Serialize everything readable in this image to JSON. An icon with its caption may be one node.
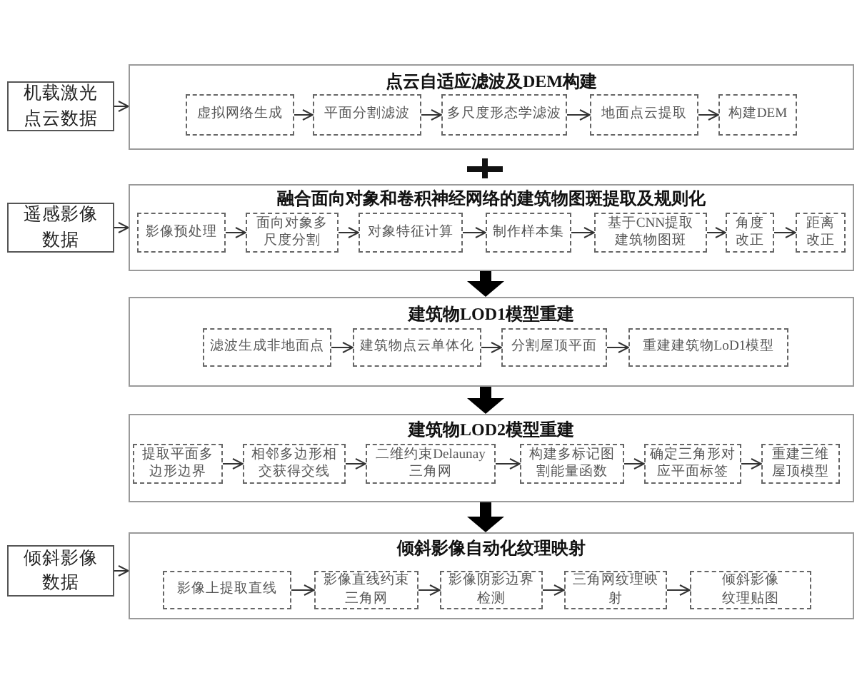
{
  "diagram": {
    "nodes": [
      {
        "text": [
          "机载激光点云数据"
        ]
      },
      {
        "text": [
          "点云自适应滤波及DEM构建"
        ]
      },
      {
        "text": [
          "虚拟网络生成"
        ],
        "in": 1
      },
      {
        "text": [
          "平面分割滤波"
        ],
        "in": 1
      },
      {
        "text": [
          "多尺度形态学滤波"
        ],
        "in": 1
      },
      {
        "text": [
          "地面点云提取"
        ],
        "in": 1
      },
      {
        "text": [
          "构建DEM"
        ],
        "in": 1
      },
      {
        "text": [
          "遥感影像数据"
        ]
      },
      {
        "text": [
          "融合面向对象和卷积神经网络的建筑物图斑提取及规则化"
        ]
      },
      {
        "text": [
          "影像预处理"
        ],
        "in": 8
      },
      {
        "text": [
          "面向对象多尺度分割"
        ],
        "in": 8
      },
      {
        "text": [
          "对象特征计算"
        ],
        "in": 8
      },
      {
        "text": [
          "制作样本集"
        ],
        "in": 8
      },
      {
        "text": [
          "基于CNN提取建筑物图斑"
        ],
        "in": 8
      },
      {
        "text": [
          "角度改正"
        ],
        "in": 8
      },
      {
        "text": [
          "距离改正"
        ],
        "in": 8
      },
      {
        "text": [
          "建筑物LOD1模型重建"
        ]
      },
      {
        "text": [
          "滤波生成非地面点"
        ],
        "in": 16
      },
      {
        "text": [
          "建筑物点云单体化"
        ],
        "in": 16
      },
      {
        "text": [
          "分割屋顶平面"
        ],
        "in": 16
      },
      {
        "text": [
          "重建建筑物LoD1模型"
        ],
        "in": 16
      },
      {
        "text": [
          "建筑物LOD2模型重建"
        ]
      },
      {
        "text": [
          "提取平面多边形边界"
        ],
        "in": 21
      },
      {
        "text": [
          "相邻多边形相交获得交线"
        ],
        "in": 21
      },
      {
        "text": [
          "二维约束Delaunay三角网"
        ],
        "in": 21
      },
      {
        "text": [
          "构建多标记图割能量函数"
        ],
        "in": 21
      },
      {
        "text": [
          "确定三角形对应平面标签"
        ],
        "in": 21
      },
      {
        "text": [
          "重建三维屋顶模型"
        ],
        "in": 21
      },
      {
        "text": [
          "倾斜影像数据"
        ]
      },
      {
        "text": [
          "倾斜影像自动化纹理映射"
        ]
      },
      {
        "text": [
          "影像上提取直线"
        ],
        "in": 29
      },
      {
        "text": [
          "影像直线约束三角网"
        ],
        "in": 29
      },
      {
        "text": [
          "影像阴影边界检测"
        ],
        "in": 29
      },
      {
        "text": [
          "三角网纹理映射"
        ],
        "in": 29
      },
      {
        "text": [
          "倾斜影像纹理贴图"
        ],
        "in": 29
      }
    ],
    "edges": [
      {
        "from": 0,
        "to": 1,
        "arrow": "to"
      },
      {
        "from": 2,
        "to": 3,
        "arrow": "to"
      },
      {
        "from": 3,
        "to": 4,
        "arrow": "to"
      },
      {
        "from": 4,
        "to": 5,
        "arrow": "to"
      },
      {
        "from": 5,
        "to": 6,
        "arrow": "to"
      },
      {
        "from": 7,
        "to": 8,
        "arrow": "to"
      },
      {
        "from": 9,
        "to": 10,
        "arrow": "to"
      },
      {
        "from": 10,
        "to": 11,
        "arrow": "to"
      },
      {
        "from": 11,
        "to": 12,
        "arrow": "to"
      },
      {
        "from": 12,
        "to": 13,
        "arrow": "to"
      },
      {
        "from": 13,
        "to": 14,
        "arrow": "to"
      },
      {
        "from": 14,
        "to": 15,
        "arrow": "to"
      },
      {
        "from": 8,
        "to": 16,
        "arrow": "to",
        "style": "thick"
      },
      {
        "from": 17,
        "to": 18,
        "arrow": "to"
      },
      {
        "from": 18,
        "to": 19,
        "arrow": "to"
      },
      {
        "from": 19,
        "to": 20,
        "arrow": "to"
      },
      {
        "from": 16,
        "to": 21,
        "arrow": "to",
        "style": "thick"
      },
      {
        "from": 22,
        "to": 23,
        "arrow": "to"
      },
      {
        "from": 23,
        "to": 24,
        "arrow": "to"
      },
      {
        "from": 24,
        "to": 25,
        "arrow": "to"
      },
      {
        "from": 25,
        "to": 26,
        "arrow": "to"
      },
      {
        "from": 26,
        "to": 27,
        "arrow": "to"
      },
      {
        "from": 21,
        "to": 29,
        "arrow": "to",
        "style": "thick"
      },
      {
        "from": 28,
        "to": 29,
        "arrow": "to"
      },
      {
        "from": 30,
        "to": 31,
        "arrow": "to"
      },
      {
        "from": 31,
        "to": 32,
        "arrow": "to"
      },
      {
        "from": 32,
        "to": 33,
        "arrow": "to"
      },
      {
        "from": 33,
        "to": 34,
        "arrow": "to"
      }
    ]
  }
}
